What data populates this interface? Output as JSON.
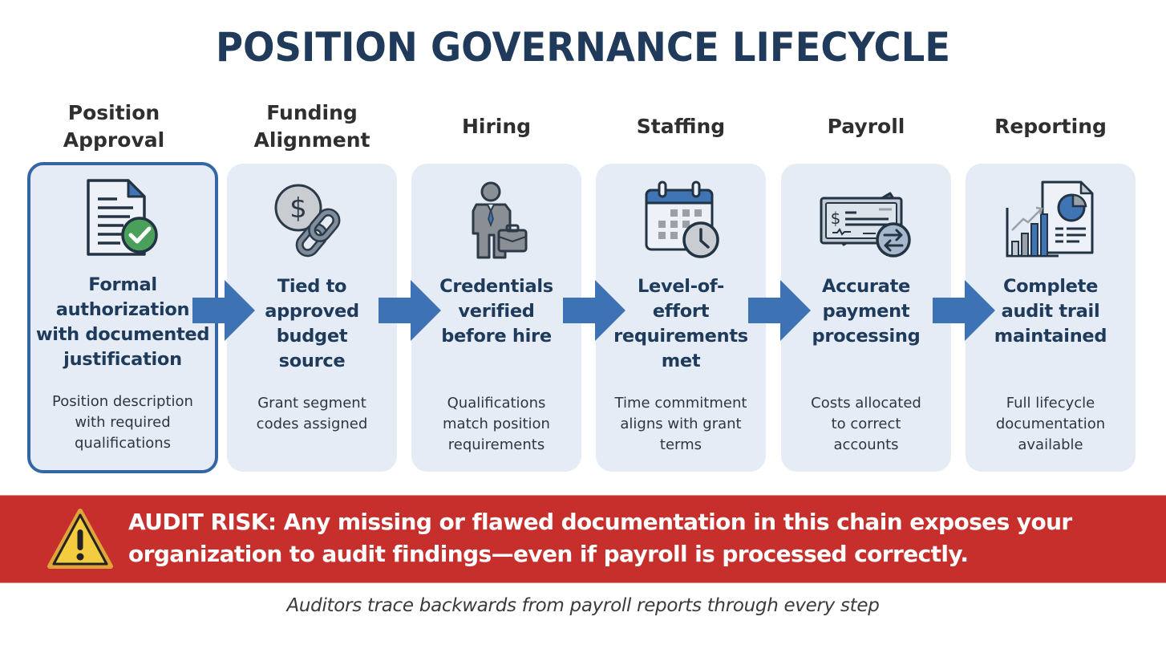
{
  "title": "POSITION GOVERNANCE LIFECYCLE",
  "colors": {
    "title": "#1f3a5a",
    "card_bg": "#e6ecf5",
    "active_border": "#3366a3",
    "arrow": "#3d72b4",
    "banner_bg": "#c62f2b",
    "warning_yellow": "#f3cc3f"
  },
  "steps": [
    {
      "label": "Position\nApproval",
      "icon": "document-check-icon",
      "headline": "Formal\nauthorization\nwith documented\njustification",
      "detail": "Position description\nwith required\nqualifications",
      "active": true
    },
    {
      "label": "Funding\nAlignment",
      "icon": "dollar-chain-link-icon",
      "headline": "Tied to\napproved\nbudget\nsource",
      "detail": "Grant segment\ncodes assigned",
      "active": false
    },
    {
      "label": "Hiring",
      "icon": "businessman-briefcase-icon",
      "headline": "Credentials\nverified\nbefore hire",
      "detail": "Qualifications\nmatch position\nrequirements",
      "active": false
    },
    {
      "label": "Staffing",
      "icon": "calendar-clock-icon",
      "headline": "Level-of-\neffort\nrequirements\nmet",
      "detail": "Time commitment\naligns with grant\nterms",
      "active": false
    },
    {
      "label": "Payroll",
      "icon": "check-exchange-icon",
      "headline": "Accurate\npayment\nprocessing",
      "detail": "Costs allocated\nto correct\naccounts",
      "active": false
    },
    {
      "label": "Reporting",
      "icon": "report-chart-icon",
      "headline": "Complete\naudit trail\nmaintained",
      "detail": "Full lifecycle\ndocumentation\navailable",
      "active": false
    }
  ],
  "risk_banner": {
    "icon": "warning-triangle-icon",
    "text": "AUDIT RISK: Any missing or flawed documentation in this chain exposes your\norganization to audit findings—even if payroll is processed correctly."
  },
  "footnote": "Auditors trace backwards from payroll reports through every step"
}
